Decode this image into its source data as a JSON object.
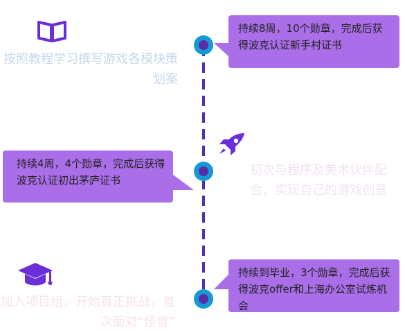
{
  "milestones": [
    {
      "bubble": "持续8周，10个勋章，完成后获得波克认证新手村证书",
      "description": "按照教程学习撰写游戏各模块策划案",
      "icon": "book-icon"
    },
    {
      "bubble": "持续4周，4个勋章，完成后获得波克认证初出茅庐证书",
      "description": "初次与程序及美术伙伴配合，实现自己的游戏创意",
      "icon": "rocket-icon"
    },
    {
      "bubble": "持续到毕业，3个勋章，完成后获得波克offer和上海办公室试炼机会",
      "description": "加入项目组，开始真正挑战，首次面对“怪兽”",
      "icon": "graduation-cap-icon"
    }
  ],
  "colors": {
    "accent": "#a96ee8",
    "node_outer": "#169ad6",
    "node_inner": "#5b2ba8",
    "line": "#4f2eb2",
    "icon": "#6a2fd8"
  }
}
